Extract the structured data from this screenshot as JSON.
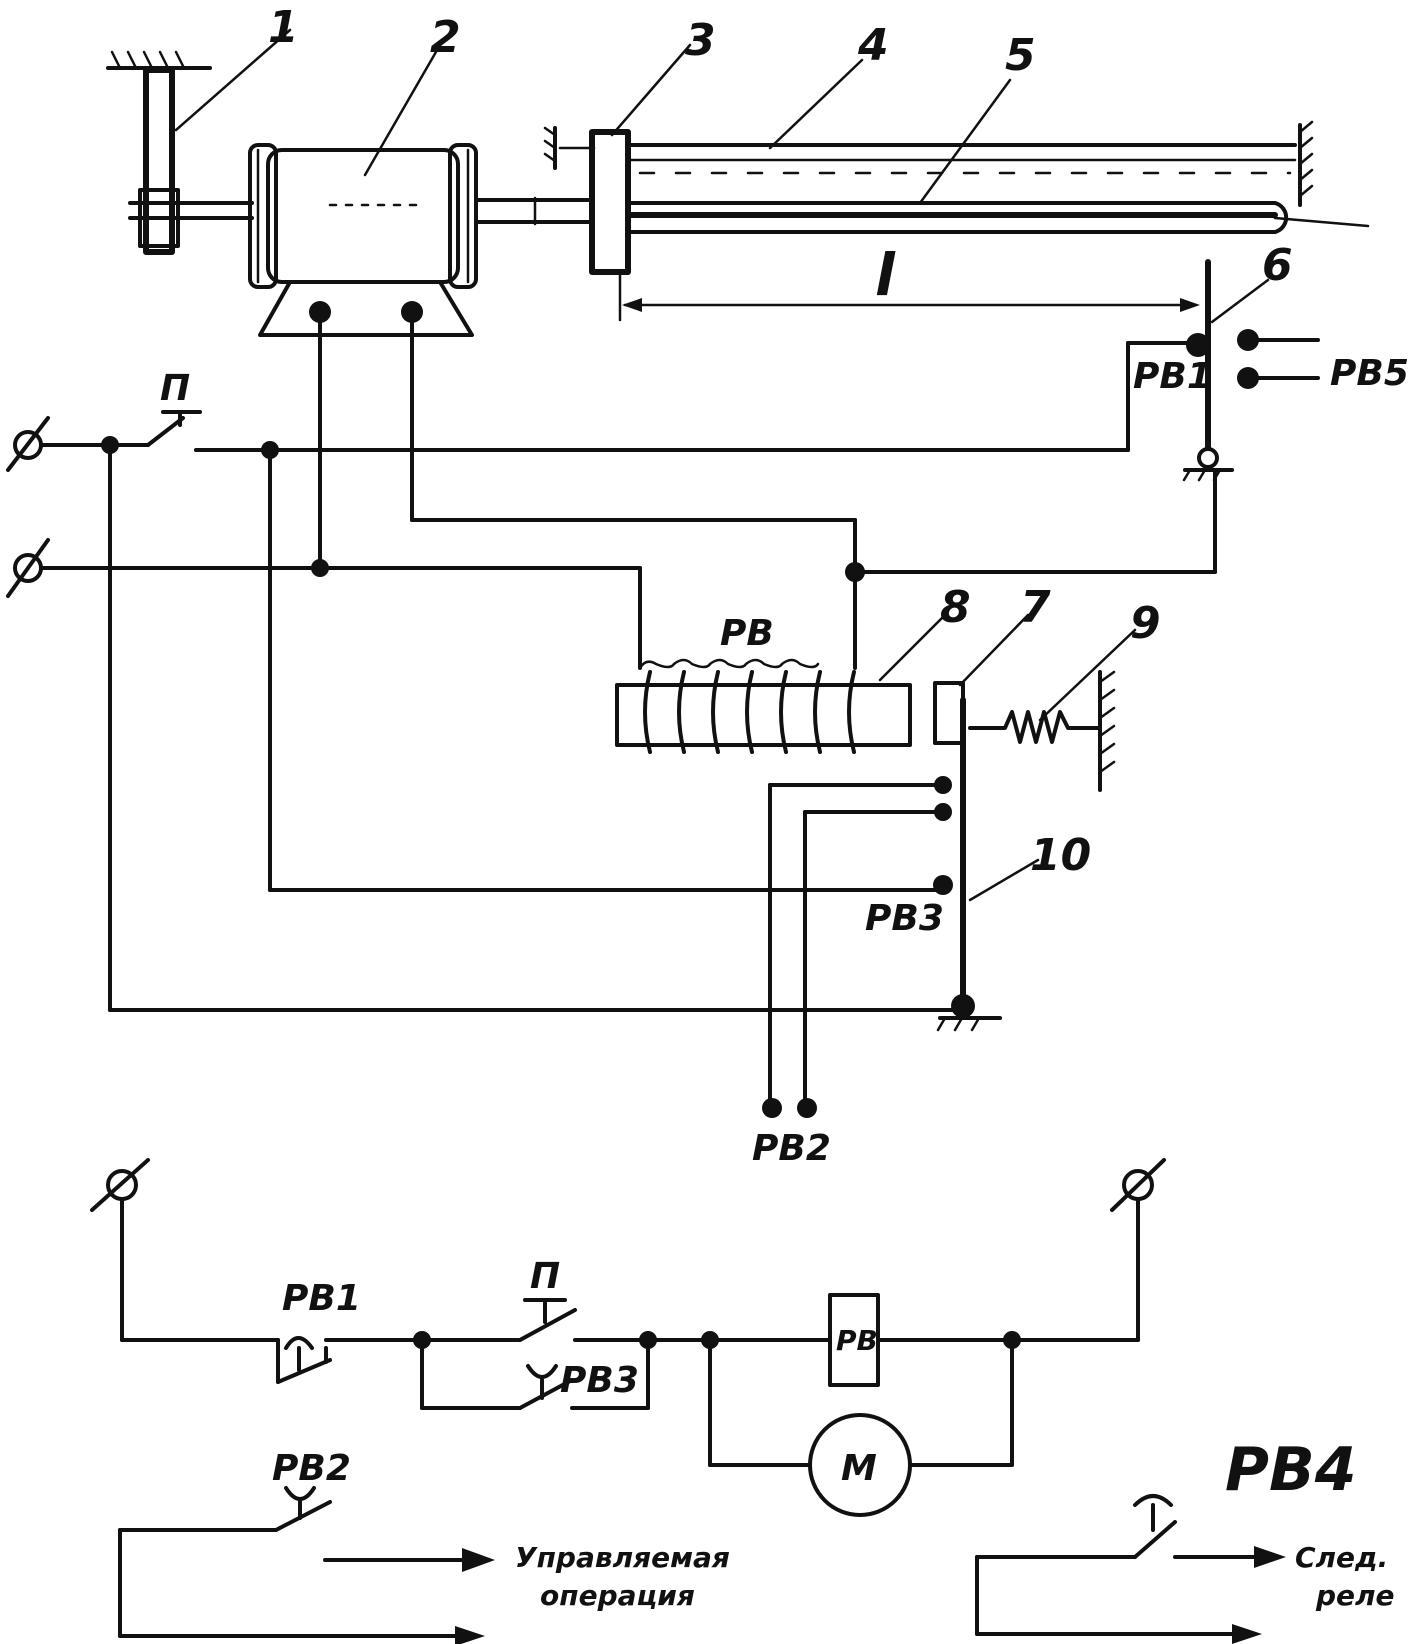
{
  "part_numbers": {
    "n1": "1",
    "n2": "2",
    "n3": "3",
    "n4": "4",
    "n5": "5",
    "n6": "6",
    "n7": "7",
    "n8": "8",
    "n9": "9",
    "n10": "10"
  },
  "labels": {
    "length": "l",
    "switch_p_top": "П",
    "switch_p_bottom": "П",
    "relay_coil_top": "РВ",
    "relay_box": "РВ",
    "motor": "М",
    "rv1_top": "РВ1",
    "rv1_bottom": "РВ1",
    "rv2_top": "РВ2",
    "rv2_bottom": "РВ2",
    "rv3_top": "РВ3",
    "rv3_bottom": "РВ3",
    "rv4": "РВ4",
    "rv5": "РВ5"
  },
  "captions": {
    "controlled_line1": "Управляемая",
    "controlled_line2": "операция",
    "next_line1": "След.",
    "next_line2": "реле"
  }
}
